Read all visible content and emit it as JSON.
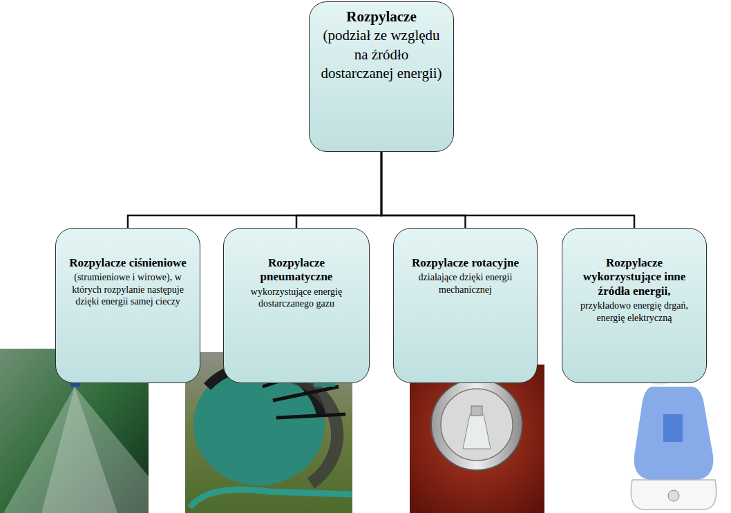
{
  "diagram": {
    "nodes": [
      {
        "text": [
          "Rozpylacze",
          "(podział ze względu na źródło dostarczanej energii)"
        ]
      },
      {
        "text": [
          "Rozpylacze ciśnieniowe",
          "(strumieniowe i wirowe), w których rozpylanie następuje dzięki energii samej cieczy"
        ]
      },
      {
        "text": [
          "Rozpylacze pneumatyczne",
          "wykorzystujące energię dostarczanego gazu"
        ]
      },
      {
        "text": [
          "Rozpylacze rotacyjne",
          "działające dzięki energii mechanicznej"
        ]
      },
      {
        "text": [
          "Rozpylacze wykorzystujące inne źródła energii,",
          "przykładowo energię drgań, energię elektryczną"
        ]
      }
    ],
    "edges": [
      {
        "from": 0,
        "to": 1,
        "arrow": "none"
      },
      {
        "from": 0,
        "to": 2,
        "arrow": "none"
      },
      {
        "from": 0,
        "to": 3,
        "arrow": "none"
      },
      {
        "from": 0,
        "to": 4,
        "arrow": "none"
      }
    ]
  }
}
